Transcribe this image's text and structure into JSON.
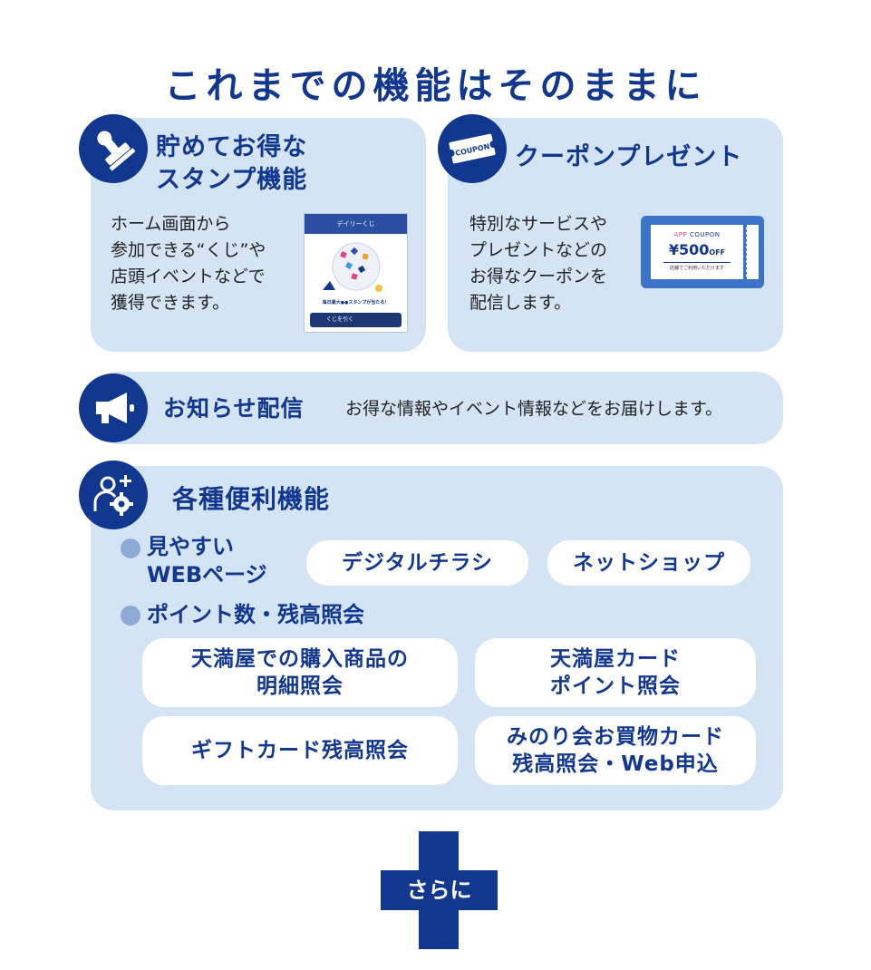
{
  "heading": "これまでの機能はそのままに",
  "stamp_card": {
    "title_line1": "貯めてお得な",
    "title_line2": "スタンプ機能",
    "text_line1": "ホーム画面から",
    "text_line2": "参加できる“くじ”や",
    "text_line3": "店頭イベントなどで",
    "text_line4": "獲得できます。",
    "phone_header": "デイリーくじ",
    "phone_caption": "毎日最大●●スタンプが当たる！",
    "phone_button": "くじを引く"
  },
  "coupon_card": {
    "title": "クーポンプレゼント",
    "icon_label": "COUPON",
    "text_line1": "特別なサービスや",
    "text_line2": "プレゼントなどの",
    "text_line3": "お得なクーポンを",
    "text_line4": "配信します。",
    "coupon_app": "APP",
    "coupon_word": "COUPON",
    "coupon_amount": "¥500",
    "coupon_off": "OFF",
    "coupon_note": "店舗でご利用いただけます"
  },
  "notice_card": {
    "title": "お知らせ配信",
    "text": "お得な情報やイベント情報などをお届けします。"
  },
  "features_card": {
    "title": "各種便利機能",
    "bullet1_line1": "見やすい",
    "bullet1_line2": "WEBページ",
    "pill_digital_flyer": "デジタルチラシ",
    "pill_net_shop": "ネットショップ",
    "bullet2": "ポイント数・残高照会",
    "pill_purchase_line1": "天満屋での購入商品の",
    "pill_purchase_line2": "明細照会",
    "pill_card_point_line1": "天満屋カード",
    "pill_card_point_line2": "ポイント照会",
    "pill_gift": "ギフトカード残高照会",
    "pill_minori_line1": "みのり会お買物カード",
    "pill_minori_line2": "残高照会・Web申込"
  },
  "plus_label": "さらに",
  "colors": {
    "navy": "#11378f",
    "card_bg": "#d4e4f4",
    "bullet": "#8fa9d6"
  }
}
